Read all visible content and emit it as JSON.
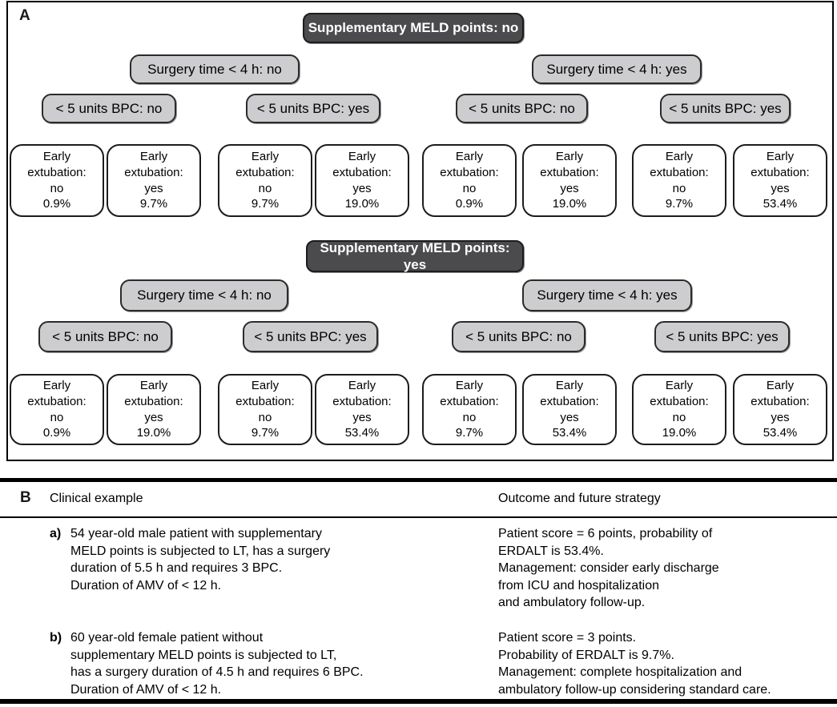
{
  "panel_a": {
    "label": "A",
    "trees": [
      {
        "root": "Supplementary MELD points: no",
        "surgery": [
          "Surgery time < 4 h: no",
          "Surgery time < 4 h: yes"
        ],
        "bpc": [
          "< 5 units BPC: no",
          "< 5 units BPC: yes",
          "< 5 units BPC: no",
          "< 5 units BPC: yes"
        ],
        "leaves": [
          {
            "label": "Early extubation:",
            "answer": "no",
            "value": "0.9%"
          },
          {
            "label": "Early extubation:",
            "answer": "yes",
            "value": "9.7%"
          },
          {
            "label": "Early extubation:",
            "answer": "no",
            "value": "9.7%"
          },
          {
            "label": "Early extubation:",
            "answer": "yes",
            "value": "19.0%"
          },
          {
            "label": "Early extubation:",
            "answer": "no",
            "value": "0.9%"
          },
          {
            "label": "Early extubation:",
            "answer": "yes",
            "value": "19.0%"
          },
          {
            "label": "Early extubation:",
            "answer": "no",
            "value": "9.7%"
          },
          {
            "label": "Early extubation:",
            "answer": "yes",
            "value": "53.4%"
          }
        ]
      },
      {
        "root": "Supplementary MELD points: yes",
        "surgery": [
          "Surgery time < 4 h: no",
          "Surgery time < 4 h: yes"
        ],
        "bpc": [
          "< 5 units BPC: no",
          "< 5 units BPC: yes",
          "< 5 units BPC: no",
          "< 5 units BPC: yes"
        ],
        "leaves": [
          {
            "label": "Early extubation:",
            "answer": "no",
            "value": "0.9%"
          },
          {
            "label": "Early extubation:",
            "answer": "yes",
            "value": "19.0%"
          },
          {
            "label": "Early extubation:",
            "answer": "no",
            "value": "9.7%"
          },
          {
            "label": "Early extubation:",
            "answer": "yes",
            "value": "53.4%"
          },
          {
            "label": "Early extubation:",
            "answer": "no",
            "value": "9.7%"
          },
          {
            "label": "Early extubation:",
            "answer": "yes",
            "value": "53.4%"
          },
          {
            "label": "Early extubation:",
            "answer": "no",
            "value": "19.0%"
          },
          {
            "label": "Early extubation:",
            "answer": "yes",
            "value": "53.4%"
          }
        ]
      }
    ]
  },
  "panel_b": {
    "label": "B",
    "columns": [
      "Clinical example",
      "Outcome and future strategy"
    ],
    "rows": [
      {
        "item": "a)",
        "example_lines": [
          "54 year-old male patient with supplementary",
          "MELD points is subjected to LT, has a surgery",
          "duration of 5.5 h and requires 3 BPC.",
          "Duration of AMV of < 12 h."
        ],
        "outcome_lines": [
          "Patient score = 6 points, probability of",
          "ERDALT is 53.4%.",
          "Management: consider early discharge",
          "from ICU and hospitalization",
          "and ambulatory follow-up."
        ]
      },
      {
        "item": "b)",
        "example_lines": [
          "60 year-old female patient without",
          "supplementary MELD points is subjected to LT,",
          "has a surgery duration of 4.5 h and requires 6 BPC.",
          "Duration of AMV of < 12 h."
        ],
        "outcome_lines": [
          "Patient score = 3 points.",
          "Probability of ERDALT is 9.7%.",
          "Management: complete hospitalization and",
          "ambulatory follow-up considering standard care."
        ]
      }
    ]
  }
}
